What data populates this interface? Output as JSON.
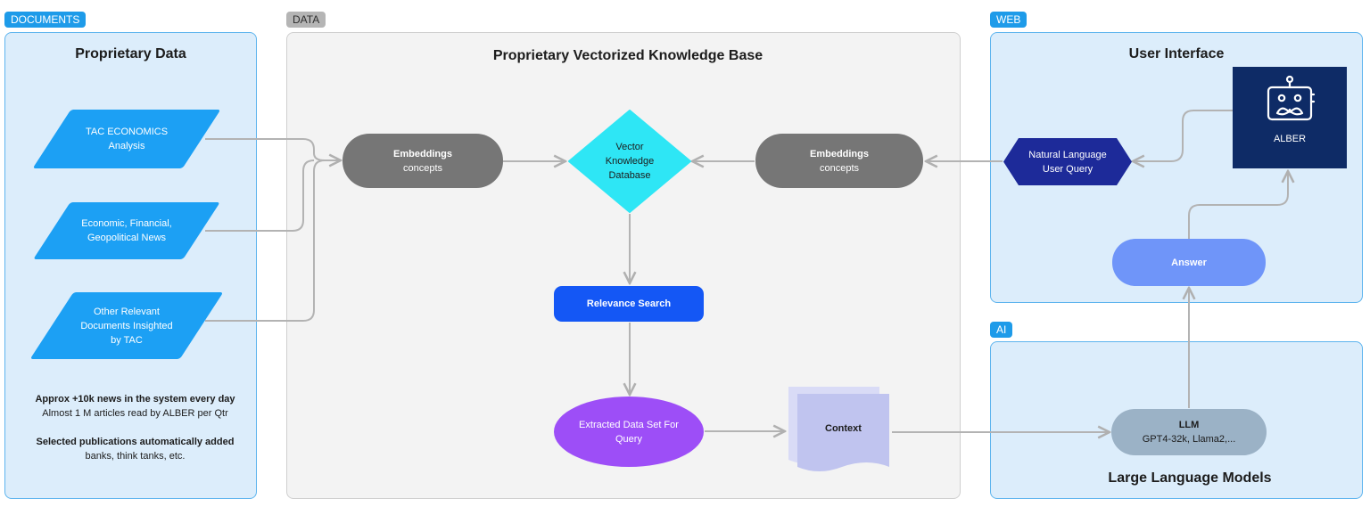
{
  "sections": {
    "documents": {
      "tag": "DOCUMENTS",
      "title": "Proprietary Data"
    },
    "data": {
      "tag": "DATA",
      "title": "Proprietary Vectorized Knowledge Base"
    },
    "web": {
      "tag": "WEB",
      "title": "User Interface"
    },
    "ai": {
      "tag": "AI",
      "title": "Large Language Models"
    }
  },
  "documents": {
    "sources": [
      {
        "text": "TAC ECONOMICS\nAnalysis"
      },
      {
        "text": "Economic, Financial,\nGeopolitical News"
      },
      {
        "text": "Other Relevant\nDocuments Insighted\nby TAC"
      }
    ],
    "notes": {
      "line1": "Approx +10k news in the system every day",
      "line2": "Almost 1 M articles read by ALBER per Qtr",
      "line3": "Selected publications automatically added",
      "line4": "banks, think tanks, etc."
    }
  },
  "nodes": {
    "embeddings_left": {
      "title": "Embeddings",
      "sub": "concepts"
    },
    "embeddings_right": {
      "title": "Embeddings",
      "sub": "concepts"
    },
    "vector_db": {
      "text": "Vector\nKnowledge\nDatabase"
    },
    "relevance_search": {
      "text": "Relevance Search"
    },
    "extracted_data": {
      "text": "Extracted Data Set For\nQuery"
    },
    "context": {
      "text": "Context"
    },
    "natural_language": {
      "text": "Natural Language\nUser Query"
    },
    "alber": {
      "text": "ALBER"
    },
    "answer": {
      "text": "Answer"
    },
    "llm": {
      "title": "LLM",
      "sub": "GPT4-32k, Llama2,..."
    }
  },
  "colors": {
    "source_blue": "#1ca0f4",
    "embeddings_grey": "#767676",
    "vector_cyan": "#2ee6f5",
    "relevance_blue": "#1457f5",
    "extracted_purple": "#9d4ef7",
    "context_lavender": "#c0c4ef",
    "natural_navy": "#1d2a99",
    "alber_navy": "#0e2b66",
    "answer_blue": "#6f95f9",
    "llm_slate": "#9bb2c6"
  },
  "icons": {
    "alber_logo": "robot-icon"
  }
}
